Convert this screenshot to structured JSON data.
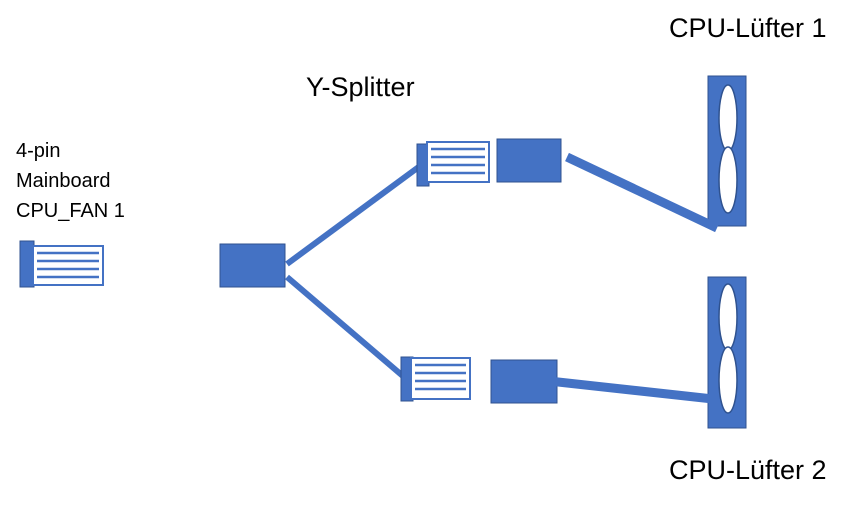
{
  "labels": {
    "mainboard": [
      "4-pin",
      "Mainboard",
      "CPU_FAN 1"
    ],
    "splitter": "Y-Splitter",
    "fan_1": "CPU-Lüfter 1",
    "fan_2": "CPU-Lüfter 2"
  },
  "colors": {
    "connector_fill": "#4472c4",
    "connector_stroke": "#2f528f",
    "pin_header_fill": "#ffffff",
    "pin_line": "#4472c4",
    "text": "#000000"
  },
  "icons": {
    "pin_header": "pin-header-icon",
    "fan": "fan-icon",
    "plug": "plug-icon"
  }
}
